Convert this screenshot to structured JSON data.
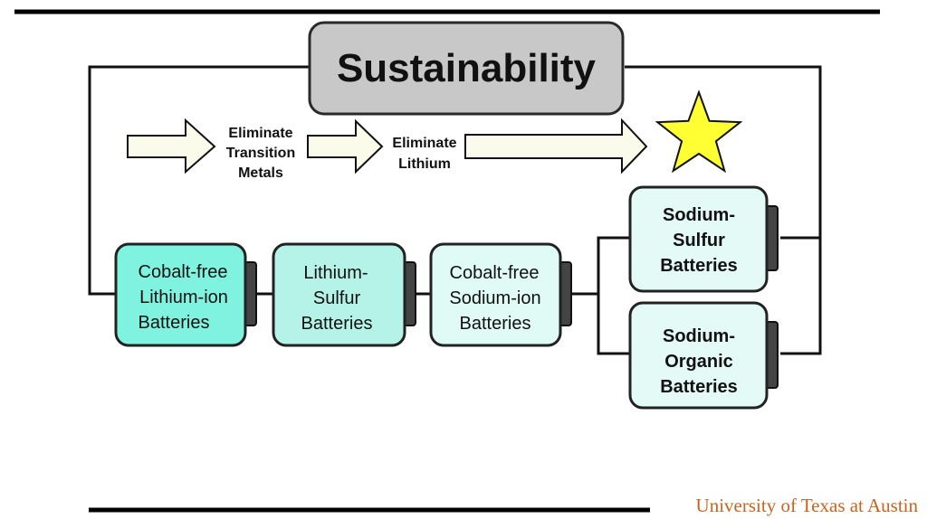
{
  "title": "Sustainability",
  "arrows": {
    "label_1": [
      "Eliminate",
      "Transition",
      "Metals"
    ],
    "label_2": [
      "Eliminate",
      "Lithium"
    ]
  },
  "batteries": {
    "cobalt_free_li_ion": [
      "Cobalt-free",
      "Lithium-ion",
      "Batteries"
    ],
    "li_s": [
      "Lithium-",
      "Sulfur",
      "Batteries"
    ],
    "cobalt_free_na_ion": [
      "Cobalt-free",
      "Sodium-ion",
      "Batteries"
    ],
    "na_s": [
      "Sodium-",
      "Sulfur",
      "Batteries"
    ],
    "na_organic": [
      "Sodium-",
      "Organic",
      "Batteries"
    ]
  },
  "footer": {
    "text": "University of Texas at Austin"
  },
  "colors": {
    "title_box": "#c8c8c8",
    "arrow_fill": "#fbfbeb",
    "star": "#ffff33",
    "battery_1": "#7ff3df",
    "battery_2": "#b5f3e8",
    "battery_3": "#e0faf6",
    "battery_4": "#e4faf7",
    "footer_text": "#c8641e"
  }
}
